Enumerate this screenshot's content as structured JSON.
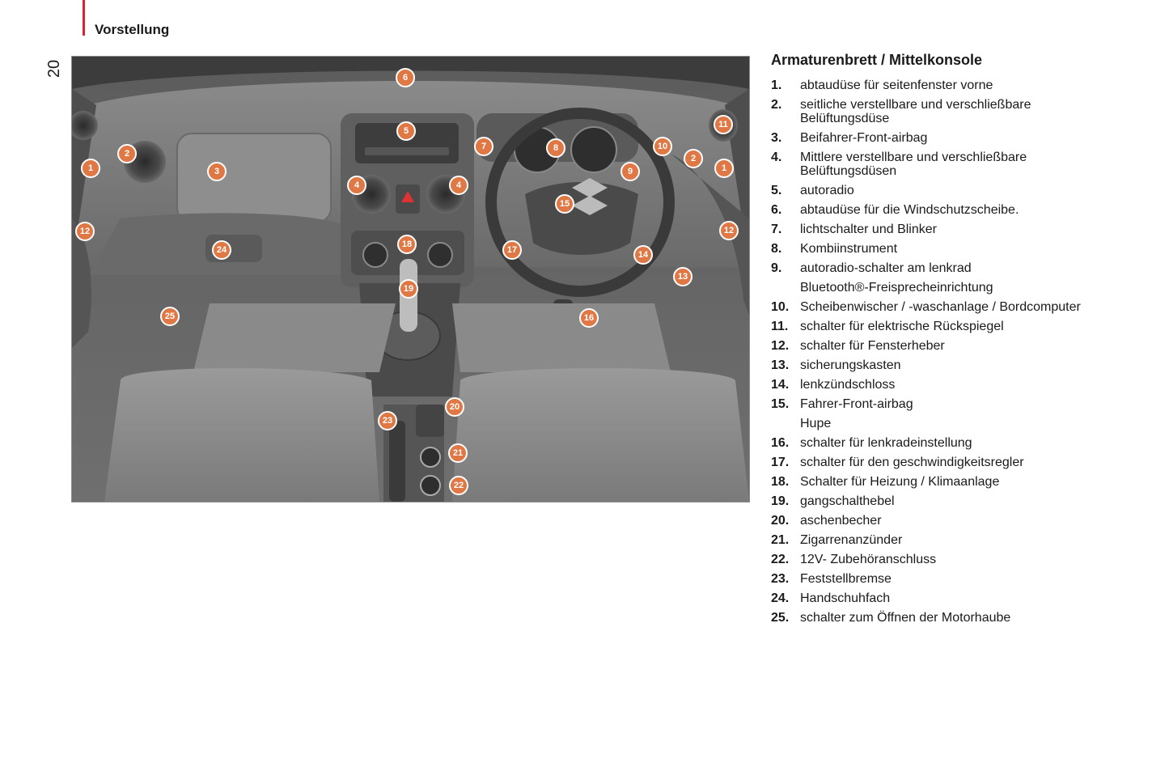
{
  "header": {
    "section_title": "Vorstellung",
    "page_number": "20"
  },
  "figure": {
    "callouts": [
      "1",
      "2",
      "3",
      "4",
      "5",
      "6",
      "7",
      "8",
      "9",
      "10",
      "11",
      "12",
      "13",
      "14",
      "15",
      "16",
      "17",
      "18",
      "19",
      "20",
      "21",
      "22",
      "23",
      "24",
      "25"
    ]
  },
  "legend": {
    "title": "Armaturenbrett / Mittelkonsole",
    "items": [
      {
        "num": "1.",
        "lines": [
          "abtaudüse für seitenfenster vorne"
        ]
      },
      {
        "num": "2.",
        "lines": [
          "seitliche verstellbare und verschließbare",
          "Belüftungsdüse"
        ]
      },
      {
        "num": "3.",
        "lines": [
          "Beifahrer-Front-airbag"
        ]
      },
      {
        "num": "4.",
        "lines": [
          "Mittlere verstellbare und verschließbare",
          "Belüftungsdüsen"
        ]
      },
      {
        "num": "5.",
        "lines": [
          "autoradio"
        ]
      },
      {
        "num": "6.",
        "lines": [
          "abtaudüse für die Windschutzscheibe."
        ]
      },
      {
        "num": "7.",
        "lines": [
          "lichtschalter und Blinker"
        ]
      },
      {
        "num": "8.",
        "lines": [
          "Kombiinstrument"
        ]
      },
      {
        "num": "9.",
        "lines": [
          "autoradio-schalter am lenkrad"
        ],
        "cont": "Bluetooth®-Freisprecheinrichtung"
      },
      {
        "num": "10.",
        "lines": [
          "Scheibenwischer / -waschanlage / Bordcomputer"
        ]
      },
      {
        "num": "11.",
        "lines": [
          "schalter für elektrische Rückspiegel"
        ]
      },
      {
        "num": "12.",
        "lines": [
          "schalter für Fensterheber"
        ]
      },
      {
        "num": "13.",
        "lines": [
          "sicherungskasten"
        ]
      },
      {
        "num": "14.",
        "lines": [
          "lenkzündschloss"
        ]
      },
      {
        "num": "15.",
        "lines": [
          "Fahrer-Front-airbag"
        ],
        "cont": "Hupe"
      },
      {
        "num": "16.",
        "lines": [
          "schalter für lenkradeinstellung"
        ]
      },
      {
        "num": "17.",
        "lines": [
          "schalter für den geschwindigkeitsregler"
        ]
      },
      {
        "num": "18.",
        "lines": [
          "Schalter für Heizung / Klimaanlage"
        ]
      },
      {
        "num": "19.",
        "lines": [
          "gangschalthebel"
        ]
      },
      {
        "num": "20.",
        "lines": [
          "aschenbecher"
        ]
      },
      {
        "num": "21.",
        "lines": [
          "Zigarrenanzünder"
        ]
      },
      {
        "num": "22.",
        "lines": [
          "12V- Zubehöranschluss"
        ]
      },
      {
        "num": "23.",
        "lines": [
          "Feststellbremse"
        ]
      },
      {
        "num": "24.",
        "lines": [
          "Handschuhfach"
        ]
      },
      {
        "num": "25.",
        "lines": [
          "schalter zum Öffnen der Motorhaube"
        ]
      }
    ]
  }
}
